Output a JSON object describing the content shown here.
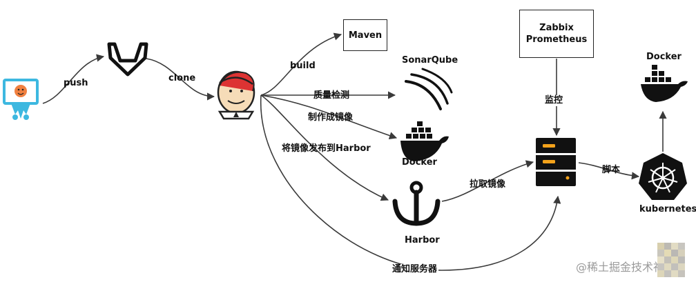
{
  "nodes": {
    "push": "push",
    "clone": "clone",
    "build": "build",
    "maven": "Maven",
    "sonarqube": "SonarQube",
    "quality_check": "质量检测",
    "make_image": "制作成镜像",
    "docker_center": "Docker",
    "publish_harbor": "将镜像发布到Harbor",
    "harbor": "Harbor",
    "pull_image": "拉取镜像",
    "notify_server": "通知服务器",
    "monitor": "监控",
    "monitor_box_line1": "Zabbix",
    "monitor_box_line2": "Prometheus",
    "script": "脚本",
    "docker_right": "Docker",
    "kubernetes": "kubernetes"
  },
  "icons": {
    "developer": "developer-at-computer-icon",
    "gitlab": "gitlab-icon",
    "jenkins": "jenkins-icon",
    "sonarqube": "sonarqube-icon",
    "docker": "docker-whale-icon",
    "harbor": "harbor-anchor-icon",
    "server": "server-icon",
    "kubernetes": "kubernetes-icon"
  },
  "watermark": "@稀土掘金技术社区",
  "colors": {
    "line": "#3a3a3a",
    "server_accent": "#f3a21b",
    "developer_blue": "#3db8e0",
    "face": "#f08040"
  }
}
